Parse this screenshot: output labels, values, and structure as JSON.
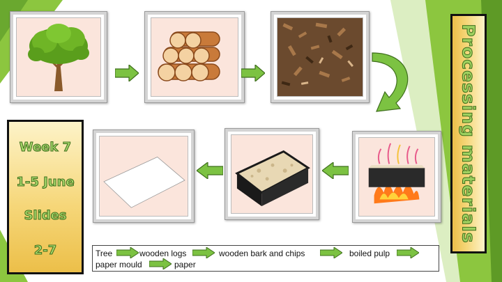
{
  "title": "Processing materials",
  "side": {
    "week": "Week 7",
    "dates": "1-5 June",
    "slides_label": "Slides",
    "slides_range": "2-7"
  },
  "caption": {
    "tree": "Tree",
    "logs": "wooden logs",
    "chips": "wooden bark and chips",
    "pulp": "boiled pulp",
    "mould": "paper mould",
    "paper": "paper"
  },
  "steps": [
    {
      "name": "tree",
      "icon": "tree-icon"
    },
    {
      "name": "wooden-logs",
      "icon": "logs-icon"
    },
    {
      "name": "bark-and-chips",
      "icon": "wood-chips-icon"
    },
    {
      "name": "boiled-pulp",
      "icon": "boiling-pulp-icon"
    },
    {
      "name": "paper-mould",
      "icon": "paper-mould-icon"
    },
    {
      "name": "paper",
      "icon": "paper-sheet-icon"
    }
  ],
  "colors": {
    "accent_green": "#8cc63f",
    "arrow_green": "#7cc242",
    "title_green": "#9ed05f",
    "box_gold": "#f6d77a"
  }
}
